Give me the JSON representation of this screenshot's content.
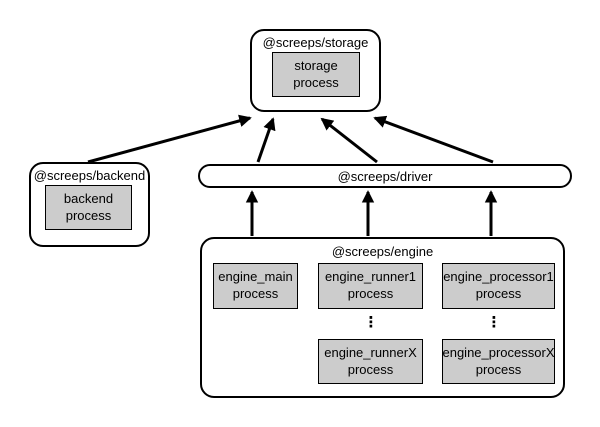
{
  "nodes": {
    "storage": {
      "label": "@screeps/storage",
      "process": [
        "storage",
        "process"
      ]
    },
    "backend": {
      "label": "@screeps/backend",
      "process": [
        "backend",
        "process"
      ]
    },
    "driver": {
      "label": "@screeps/driver"
    },
    "engine": {
      "label": "@screeps/engine",
      "ellipsis": "⋮",
      "processes": {
        "main": [
          "engine_main",
          "process"
        ],
        "runner1": [
          "engine_runner1",
          "process"
        ],
        "runnerX": [
          "engine_runnerX",
          "process"
        ],
        "processor1": [
          "engine_processor1",
          "process"
        ],
        "processorX": [
          "engine_processorX",
          "process"
        ]
      }
    }
  },
  "edges": [
    {
      "from": "@screeps/backend",
      "to": "@screeps/storage"
    },
    {
      "from": "@screeps/driver",
      "to": "@screeps/storage"
    },
    {
      "from": "@screeps/driver",
      "to": "@screeps/storage"
    },
    {
      "from": "@screeps/driver",
      "to": "@screeps/storage"
    },
    {
      "from": "@screeps/engine",
      "to": "@screeps/driver"
    },
    {
      "from": "@screeps/engine",
      "to": "@screeps/driver"
    },
    {
      "from": "@screeps/engine",
      "to": "@screeps/driver"
    }
  ],
  "colors": {
    "background": "#ffffff",
    "process_fill": "#cccccc",
    "border": "#000000"
  }
}
